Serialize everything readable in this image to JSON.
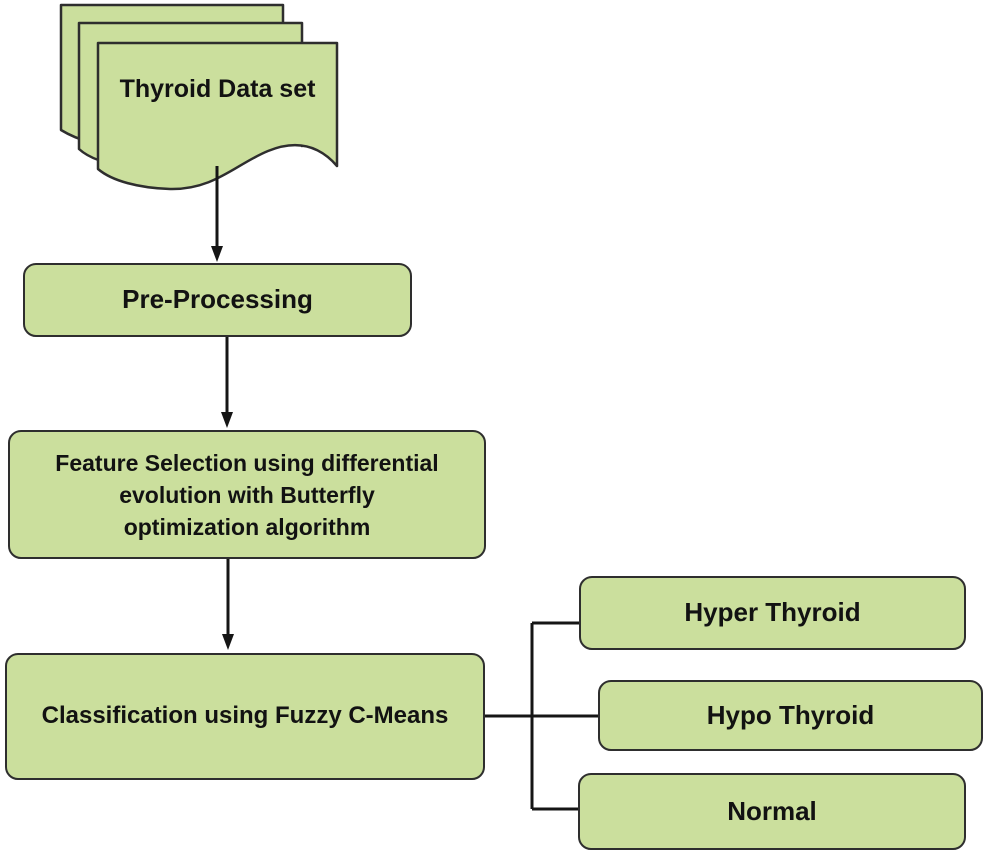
{
  "flowchart": {
    "colors": {
      "node_fill": "#cbdf9d",
      "node_border": "#2e2e2e",
      "line_color": "#151515",
      "text_color": "#121212",
      "background": "#ffffff"
    },
    "dataset": {
      "label": "Thyroid Data set",
      "shape": "multi-document"
    },
    "preprocessing": {
      "label": "Pre-Processing"
    },
    "feature_selection": {
      "label": "Feature Selection using differential evolution with Butterfly optimization algorithm",
      "lines": [
        "Feature Selection using differential",
        "evolution with Butterfly",
        "optimization algorithm"
      ]
    },
    "classification": {
      "label": "Classification using Fuzzy C-Means"
    },
    "outputs": [
      {
        "label": "Hyper Thyroid"
      },
      {
        "label": "Hypo Thyroid"
      },
      {
        "label": "Normal"
      }
    ]
  }
}
